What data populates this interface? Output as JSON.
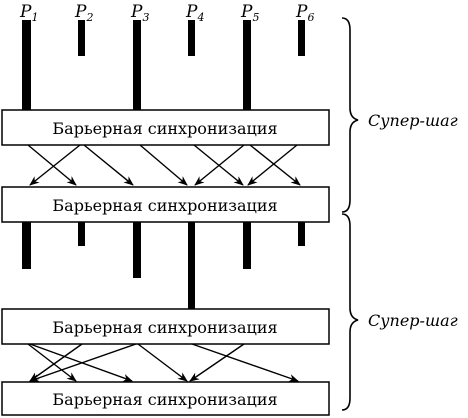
{
  "processors": [
    {
      "letter": "P",
      "index": "1"
    },
    {
      "letter": "P",
      "index": "2"
    },
    {
      "letter": "P",
      "index": "3"
    },
    {
      "letter": "P",
      "index": "4"
    },
    {
      "letter": "P",
      "index": "5"
    },
    {
      "letter": "P",
      "index": "6"
    }
  ],
  "barriers": [
    {
      "label": "Барьерная синхронизация"
    },
    {
      "label": "Барьерная синхронизация"
    },
    {
      "label": "Барьерная синхронизация"
    },
    {
      "label": "Барьерная синхронизация"
    }
  ],
  "supersteps": [
    {
      "label": "Супер-шаг"
    },
    {
      "label": "Супер-шаг"
    }
  ]
}
